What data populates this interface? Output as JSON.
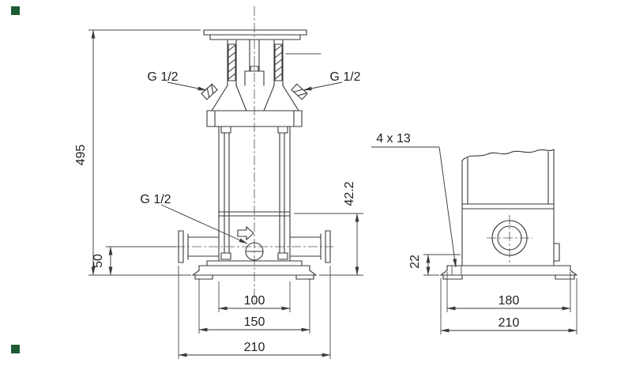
{
  "drawing": {
    "kind": "pump-dimensional-drawing",
    "front_view": {
      "overall_height": "495",
      "gauge_port_left": "G 1/2",
      "gauge_port_right": "G 1/2",
      "drain_port": "G 1/2",
      "port_axis_height": "42.2",
      "inlet_height": "50",
      "bolt_spacing": "100",
      "base_width": "150",
      "port_to_port": "210"
    },
    "side_view": {
      "bolt_holes": "4 x 13",
      "foot_height": "22",
      "bolt_spacing_depth": "180",
      "base_depth": "210"
    },
    "colors": {
      "line": "#3a3a3a",
      "text": "#1f1f1f",
      "marker_green": "#1e5b33"
    }
  }
}
